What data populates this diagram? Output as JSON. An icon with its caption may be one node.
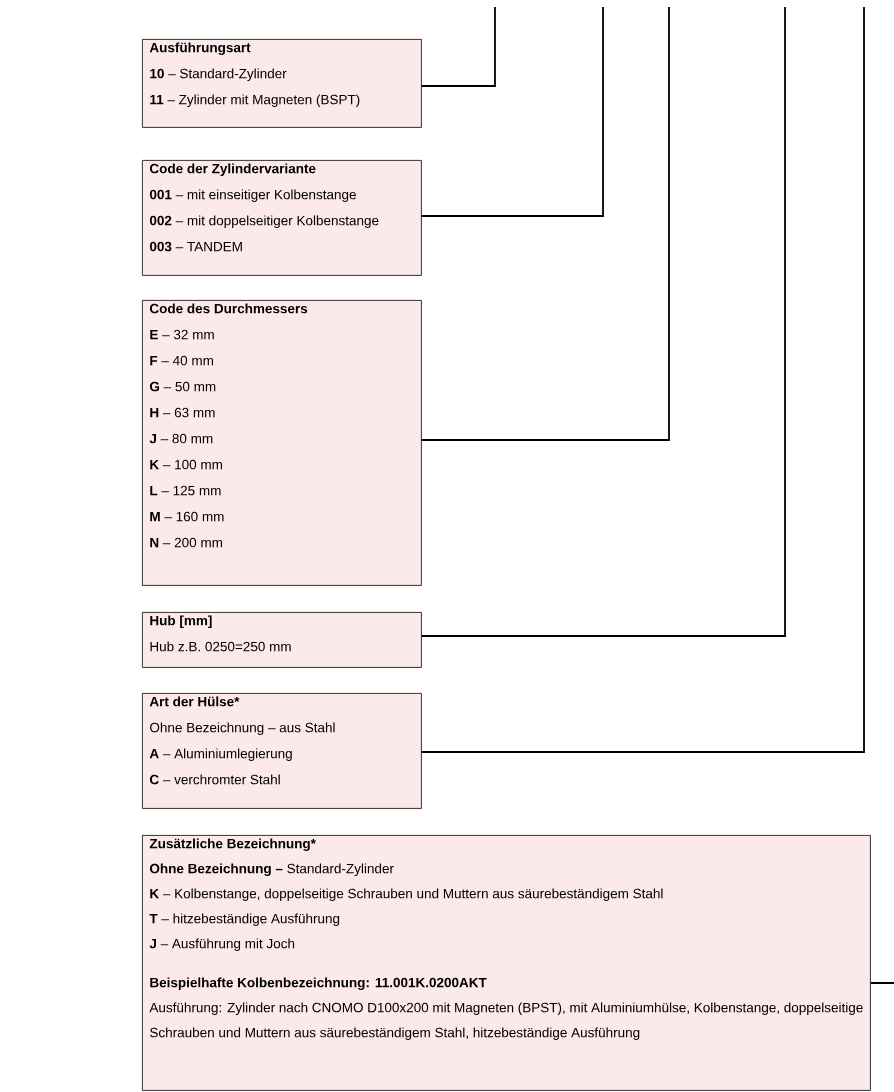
{
  "diagram": {
    "nodes": [
      {
        "text": [
          "Ausführungsart",
          "**10** – Standard-Zylinder",
          "**11** – Zylinder mit Magneten (BSPT)"
        ]
      },
      {
        "text": [
          "Code der Zylindervariante",
          "**001** – mit einseitiger Kolbenstange",
          "**002** – mit doppelseitiger Kolbenstange",
          "**003** – TANDEM"
        ]
      },
      {
        "text": [
          "Code des Durchmessers",
          "**E** – 32 mm",
          "**F** – 40 mm",
          "**G** – 50 mm",
          "**H** – 63 mm",
          "**J** – 80 mm",
          "**K** – 100 mm",
          "**L** – 125 mm",
          "**M** – 160 mm",
          "**N** – 200 mm"
        ]
      },
      {
        "text": [
          "Hub [mm]",
          "Hub z.B. 0250=250 mm"
        ]
      },
      {
        "text": [
          "Art der Hülse*",
          "Ohne Bezeichnung – aus Stahl",
          "**A** – Aluminiumlegierung",
          "**C** – verchromter Stahl"
        ]
      },
      {
        "text": [
          "Zusätzliche Bezeichnung*",
          "**Ohne Bezeichnung –** Standard-Zylinder",
          "**K** – Kolbenstange, doppelseitige Schrauben und Muttern aus säurebeständigem Stahl",
          "**T** – hitzebeständige Ausführung",
          "**J** – Ausführung mit Joch",
          "Beispielhafte Kolbenbezeichnung: 11.001K.0200AKT",
          "Ausführung: Zylinder nach CNOMO D100x200 mit Magneten (BPST), mit Aluminiumhülse, Kolbenstange, doppelseitige Schrauben und Muttern aus säurebeständigem Stahl, hitzebeständige Ausführung"
        ]
      }
    ],
    "edges": [
      {
        "from": null,
        "to": 0,
        "arrow": "none"
      },
      {
        "from": null,
        "to": 1,
        "arrow": "none"
      },
      {
        "from": null,
        "to": 2,
        "arrow": "none"
      },
      {
        "from": null,
        "to": 3,
        "arrow": "none"
      },
      {
        "from": null,
        "to": 4,
        "arrow": "none"
      },
      {
        "from": null,
        "to": 5,
        "arrow": "none"
      }
    ]
  }
}
